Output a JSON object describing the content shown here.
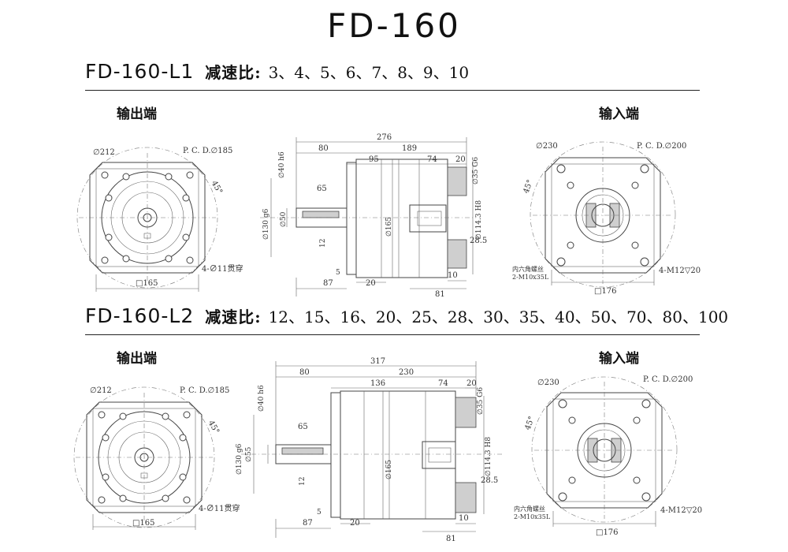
{
  "title": "FD-160",
  "sections": [
    {
      "model": "FD-160-L1",
      "ratio_label": "减速比:",
      "ratios": "3、4、5、6、7、8、9、10",
      "output_label": "输出端",
      "input_label": "输入端",
      "output_view": {
        "outer_dia": "∅212",
        "pcd": "P. C. D.∅185",
        "angle": "45°",
        "holes": "4-∅11贯穿",
        "square": "□165"
      },
      "side_view": {
        "overall": "276",
        "flange": "80",
        "body": "189",
        "seg1": "95",
        "seg2": "74",
        "seg3": "20",
        "shaft_dia": "∅40 h6",
        "key_len": "65",
        "key_w": "12",
        "pilot_dia": "∅130 g6",
        "shaft_small": "∅50",
        "body_dia": "∅165",
        "bore_dia": "∅35 G6",
        "spigot_dia": "∅114.3 H8",
        "depth": "28.5",
        "m87": "87",
        "m5": "5",
        "m20": "20",
        "m10": "10",
        "m81": "81"
      },
      "input_view": {
        "outer_dia": "∅230",
        "pcd": "P. C. D.∅200",
        "angle": "45°",
        "bolt_note_1": "内六角螺丝",
        "bolt_note_2": "2-M10x35L",
        "holes": "4-M12▽20",
        "square": "□176"
      }
    },
    {
      "model": "FD-160-L2",
      "ratio_label": "减速比:",
      "ratios": "12、15、16、20、25、28、30、35、40、50、70、80、100",
      "output_label": "输出端",
      "input_label": "输入端",
      "output_view": {
        "outer_dia": "∅212",
        "pcd": "P. C. D.∅185",
        "angle": "45°",
        "holes": "4-∅11贯穿",
        "square": "□165"
      },
      "side_view": {
        "overall": "317",
        "flange": "80",
        "body": "230",
        "seg1": "136",
        "seg2": "74",
        "seg3": "20",
        "shaft_dia": "∅40 h6",
        "key_len": "65",
        "key_w": "12",
        "pilot_dia": "∅130 g6",
        "shaft_small": "∅55",
        "body_dia": "∅165",
        "bore_dia": "∅35 G6",
        "spigot_dia": "∅114.3 H8",
        "depth": "28.5",
        "m87": "87",
        "m5": "5",
        "m20": "20",
        "m10": "10",
        "m81": "81"
      },
      "input_view": {
        "outer_dia": "∅230",
        "pcd": "P. C. D.∅200",
        "angle": "45°",
        "bolt_note_1": "内六角螺丝",
        "bolt_note_2": "2-M10x35L",
        "holes": "4-M12▽20",
        "square": "□176"
      }
    }
  ]
}
